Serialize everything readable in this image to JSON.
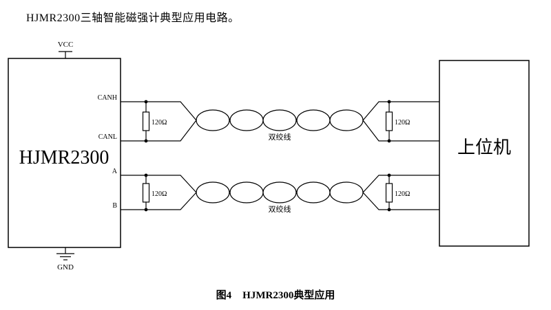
{
  "title": "HJMR2300三轴智能磁强计典型应用电路。",
  "caption": {
    "fig_label": "图4",
    "text": "HJMR2300典型应用"
  },
  "diagram": {
    "chip_label": "HJMR2300",
    "host_label": "上位机",
    "vcc_label": "VCC",
    "gnd_label": "GND",
    "pins": [
      "CANH",
      "CANL",
      "A",
      "B"
    ],
    "resistor_label": "120Ω",
    "twisted_pair_label": "双绞线",
    "colors": {
      "line": "#000000",
      "background": "#ffffff"
    }
  }
}
